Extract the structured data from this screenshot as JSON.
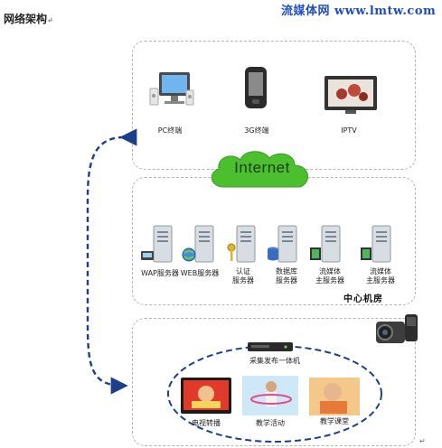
{
  "header": {
    "title": "网络架构",
    "watermark": "流媒体网 www.lmtw.com"
  },
  "clients": {
    "pc": "PC终端",
    "mobile": "3G终端",
    "iptv": "IPTV"
  },
  "cloud": {
    "label": "Internet"
  },
  "servers": [
    {
      "label": "WAP服务器"
    },
    {
      "label": "WEB服务器"
    },
    {
      "label": "认证\n服务器"
    },
    {
      "label": "数据库\n服务器"
    },
    {
      "label": "流媒体\n主服务器"
    },
    {
      "label": "流媒体\n主服务器"
    }
  ],
  "center": {
    "label": "中心机房"
  },
  "capture": {
    "device": "采集发布一体机",
    "tv": "电视转播",
    "activity": "教学活动",
    "classroom": "教学课堂"
  },
  "colors": {
    "arrow": "#1d3f8a",
    "cloud": "#4cbf2f",
    "watermark": "#1f4fbf"
  }
}
